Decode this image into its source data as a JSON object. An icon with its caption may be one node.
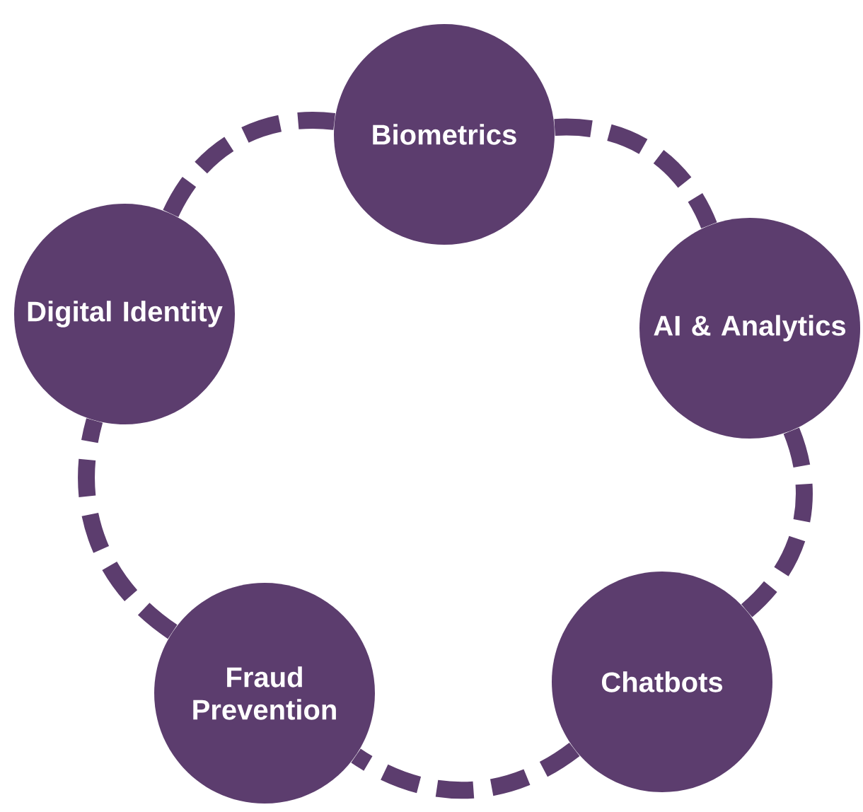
{
  "diagram": {
    "nodes": [
      {
        "text": [
          "Biometrics"
        ]
      },
      {
        "text": [
          "AI & Analytics"
        ]
      },
      {
        "text": [
          "Chatbots"
        ]
      },
      {
        "text": [
          "Fraud Prevention"
        ]
      },
      {
        "text": [
          "Digital Identity"
        ]
      }
    ],
    "edges": [
      {
        "from": 0,
        "to": 1,
        "arrow": "none",
        "style": "dashed"
      },
      {
        "from": 1,
        "to": 2,
        "arrow": "none",
        "style": "dashed"
      },
      {
        "from": 2,
        "to": 3,
        "arrow": "none",
        "style": "dashed"
      },
      {
        "from": 3,
        "to": 4,
        "arrow": "none",
        "style": "dashed"
      },
      {
        "from": 4,
        "to": 0,
        "arrow": "none",
        "style": "dashed"
      }
    ]
  }
}
